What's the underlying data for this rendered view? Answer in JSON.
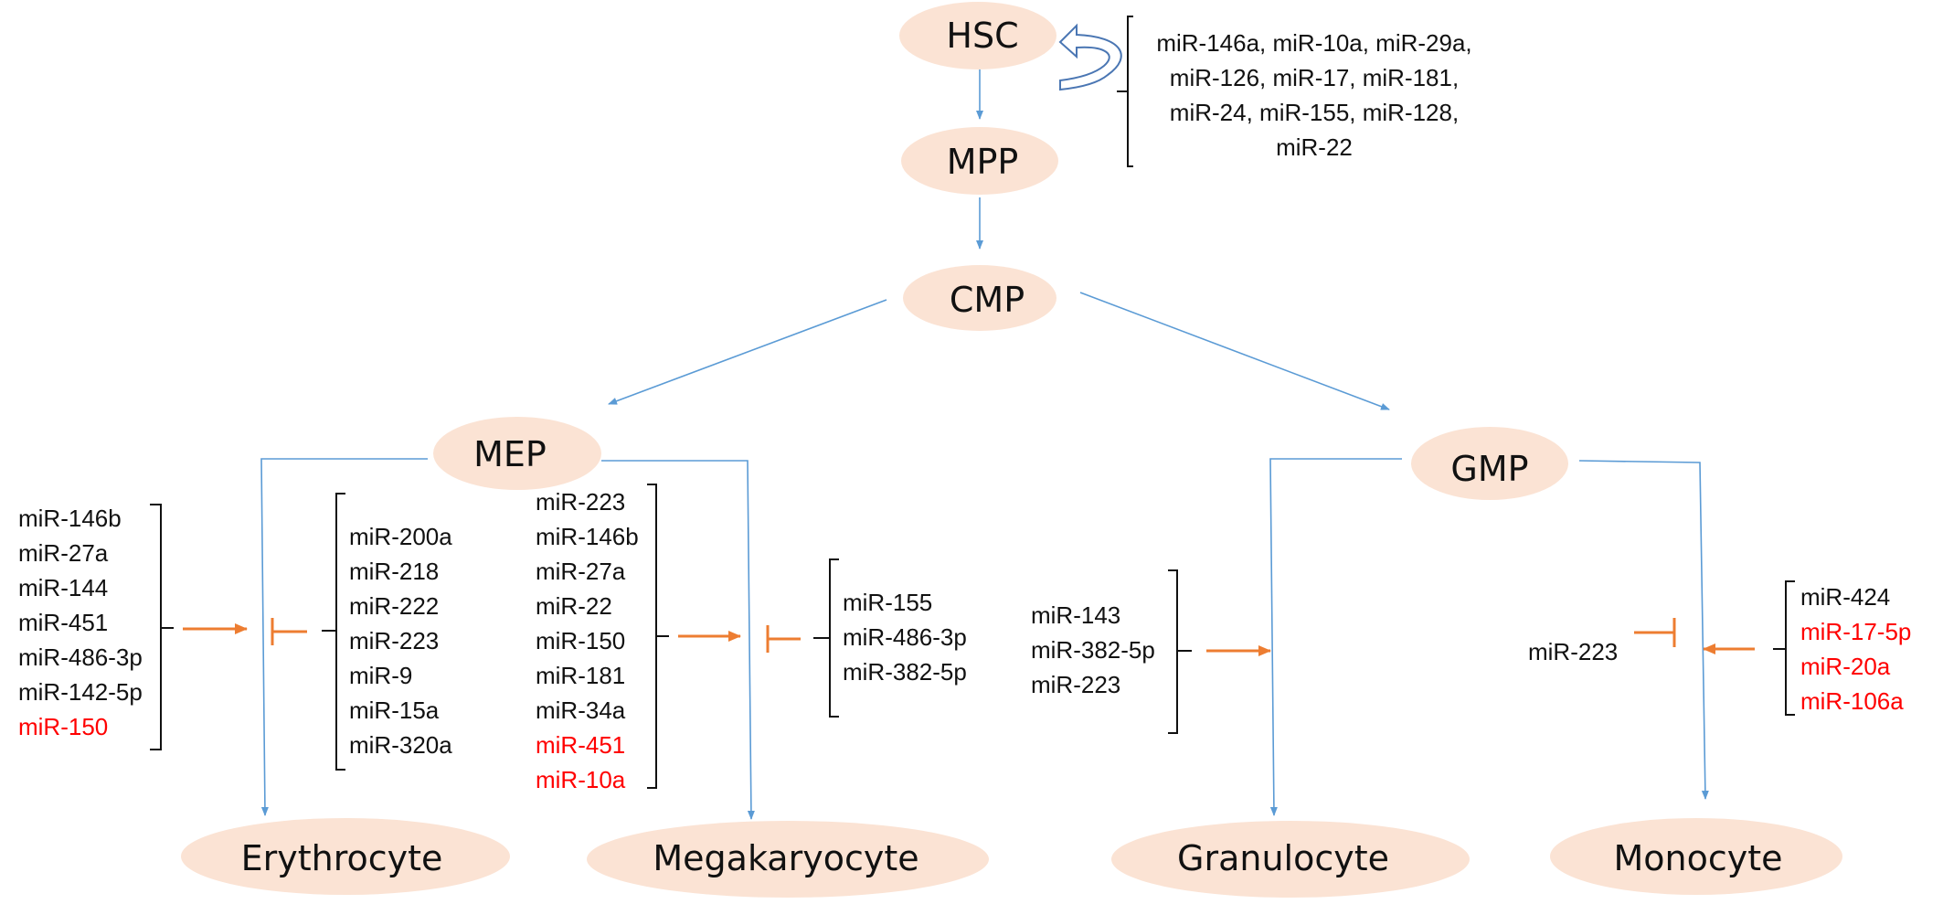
{
  "colors": {
    "node_fill": "#fbe3d4",
    "flow_arrow": "#5b9bd5",
    "regulation": "#ed7d31",
    "text": "#111111",
    "highlight": "#ff0000"
  },
  "nodes": {
    "hsc": "HSC",
    "mpp": "MPP",
    "cmp": "CMP",
    "mep": "MEP",
    "gmp": "GMP",
    "erythrocyte": "Erythrocyte",
    "megakaryocyte": "Megakaryocyte",
    "granulocyte": "Granulocyte",
    "monocyte": "Monocyte"
  },
  "hsc_mirs": [
    "miR-146a, miR-10a, miR-29a,",
    "miR-126, miR-17, miR-181,",
    "miR-24, miR-155, miR-128,",
    "miR-22"
  ],
  "ery_promote": [
    {
      "text": "miR-146b",
      "highlight": false
    },
    {
      "text": "miR-27a",
      "highlight": false
    },
    {
      "text": "miR-144",
      "highlight": false
    },
    {
      "text": "miR-451",
      "highlight": false
    },
    {
      "text": "miR-486-3p",
      "highlight": false
    },
    {
      "text": "miR-142-5p",
      "highlight": false
    },
    {
      "text": "miR-150",
      "highlight": true
    }
  ],
  "ery_inhibit": [
    {
      "text": "miR-200a",
      "highlight": false
    },
    {
      "text": "miR-218",
      "highlight": false
    },
    {
      "text": "miR-222",
      "highlight": false
    },
    {
      "text": "miR-223",
      "highlight": false
    },
    {
      "text": "miR-9",
      "highlight": false
    },
    {
      "text": "miR-15a",
      "highlight": false
    },
    {
      "text": "miR-320a",
      "highlight": false
    }
  ],
  "mega_promote": [
    {
      "text": "miR-223",
      "highlight": false
    },
    {
      "text": "miR-146b",
      "highlight": false
    },
    {
      "text": "miR-27a",
      "highlight": false
    },
    {
      "text": "miR-22",
      "highlight": false
    },
    {
      "text": "miR-150",
      "highlight": false
    },
    {
      "text": "miR-181",
      "highlight": false
    },
    {
      "text": "miR-34a",
      "highlight": false
    },
    {
      "text": "miR-451",
      "highlight": true
    },
    {
      "text": "miR-10a",
      "highlight": true
    }
  ],
  "mega_inhibit": [
    {
      "text": "miR-155",
      "highlight": false
    },
    {
      "text": "miR-486-3p",
      "highlight": false
    },
    {
      "text": "miR-382-5p",
      "highlight": false
    }
  ],
  "gran_promote": [
    {
      "text": "miR-143",
      "highlight": false
    },
    {
      "text": "miR-382-5p",
      "highlight": false
    },
    {
      "text": "miR-223",
      "highlight": false
    }
  ],
  "mono_inhibit": [
    {
      "text": "miR-223",
      "highlight": false
    }
  ],
  "mono_promote": [
    {
      "text": "miR-424",
      "highlight": false
    },
    {
      "text": "miR-17-5p",
      "highlight": true
    },
    {
      "text": "miR-20a",
      "highlight": true
    },
    {
      "text": "miR-106a",
      "highlight": true
    }
  ]
}
